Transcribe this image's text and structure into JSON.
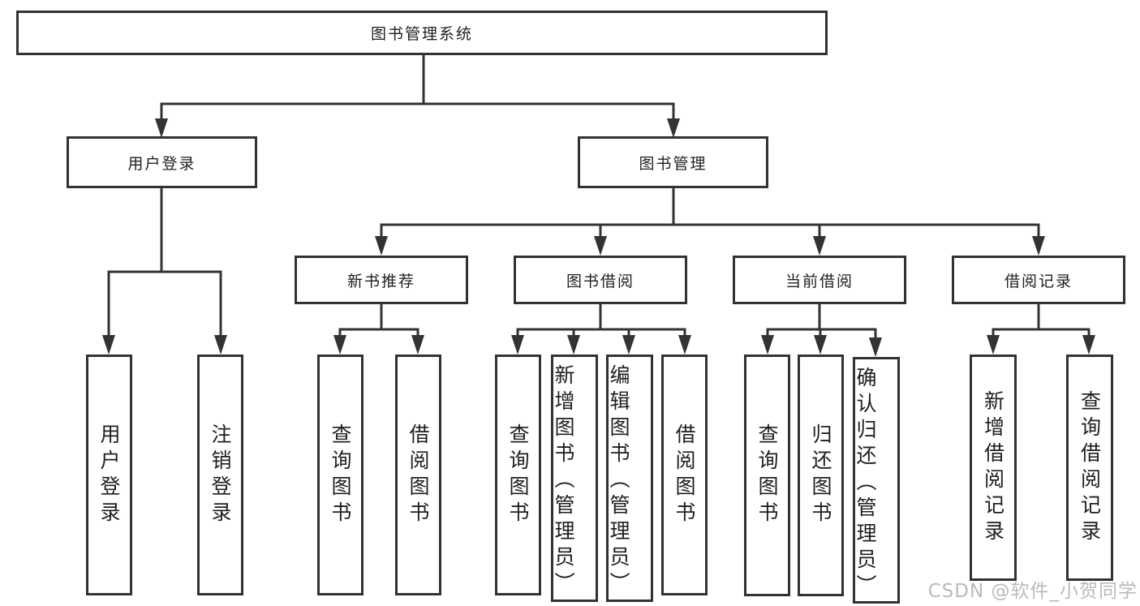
{
  "colors": {
    "line": "#333333",
    "box_border": "#323232",
    "text": "#1f1f1f",
    "watermark": "#b3b3b3",
    "background": "#ffffff"
  },
  "tree": {
    "root": {
      "label": "图书管理系统"
    },
    "branches": [
      {
        "label": "用户登录",
        "children": [
          {
            "label": "用户登录"
          },
          {
            "label": "注销登录"
          }
        ]
      },
      {
        "label": "图书管理",
        "groups": [
          {
            "label": "新书推荐",
            "children": [
              {
                "label": "查询图书"
              },
              {
                "label": "借阅图书"
              }
            ]
          },
          {
            "label": "图书借阅",
            "children": [
              {
                "label": "查询图书"
              },
              {
                "label": "新增图书（管理员）"
              },
              {
                "label": "编辑图书（管理员）"
              },
              {
                "label": "借阅图书"
              }
            ]
          },
          {
            "label": "当前借阅",
            "children": [
              {
                "label": "查询图书"
              },
              {
                "label": "归还图书"
              },
              {
                "label": "确认归还（管理员）"
              }
            ]
          },
          {
            "label": "借阅记录",
            "children": [
              {
                "label": "新增借阅记录"
              },
              {
                "label": "查询借阅记录"
              }
            ]
          }
        ]
      }
    ]
  },
  "watermark": {
    "text": "CSDN @软件_小贺同学"
  }
}
